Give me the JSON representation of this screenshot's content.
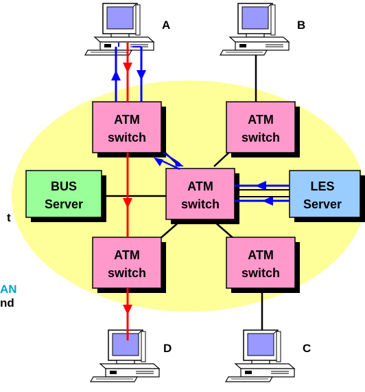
{
  "colors": {
    "ellipse": "#ffff99",
    "switch_fill": "#ff99cc",
    "bus_fill": "#99ff99",
    "les_fill": "#99ccff",
    "shadow": "#000000",
    "red_path": "#ff0000",
    "blue_path": "#0000ff",
    "partial_text_blue": "#00a0d0"
  },
  "nodes": {
    "sw_top_left": {
      "line1": "ATM",
      "line2": "switch"
    },
    "sw_top_right": {
      "line1": "ATM",
      "line2": "switch"
    },
    "sw_center": {
      "line1": "ATM",
      "line2": "switch"
    },
    "sw_bottom_left": {
      "line1": "ATM",
      "line2": "switch"
    },
    "sw_bottom_right": {
      "line1": "ATM",
      "line2": "switch"
    },
    "bus": {
      "line1": "BUS",
      "line2": "Server"
    },
    "les": {
      "line1": "LES",
      "line2": "Server"
    }
  },
  "hosts": {
    "a": {
      "label": "A",
      "icon": "desktop-computer-icon"
    },
    "b": {
      "label": "B",
      "icon": "desktop-computer-icon"
    },
    "c": {
      "label": "C",
      "icon": "desktop-computer-icon"
    },
    "d": {
      "label": "D",
      "icon": "desktop-computer-icon"
    }
  },
  "partial_text": {
    "t1": "t",
    "t2": "AN",
    "t3": "nd"
  }
}
